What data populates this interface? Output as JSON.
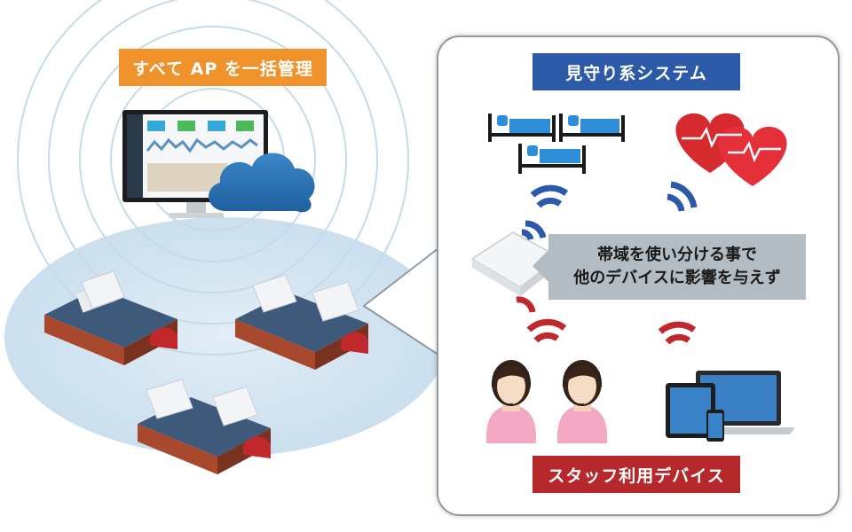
{
  "labels": {
    "central_management": "すべて AP を一括管理",
    "monitoring_system": "見守り系システム",
    "staff_devices": "スタッフ利用デバイス"
  },
  "callout": {
    "line1": "帯域を使い分ける事で",
    "line2": "他のデバイスに影響を与えず"
  },
  "colors": {
    "orange": "#f0922b",
    "blue": "#2c5aa8",
    "red": "#b5292c",
    "signal_blue": "#2c5aa8",
    "signal_red": "#c0282c",
    "building_roof": "#3d5a7a",
    "building_brick": "#a8492e"
  },
  "icons": [
    "monitor-icon",
    "cloud-icon",
    "wifi-signal-icon",
    "bed-icon",
    "heart-rate-icon",
    "access-point-icon",
    "headset-operator-icon",
    "tablet-icon",
    "laptop-icon",
    "smartphone-icon",
    "factory-icon"
  ]
}
